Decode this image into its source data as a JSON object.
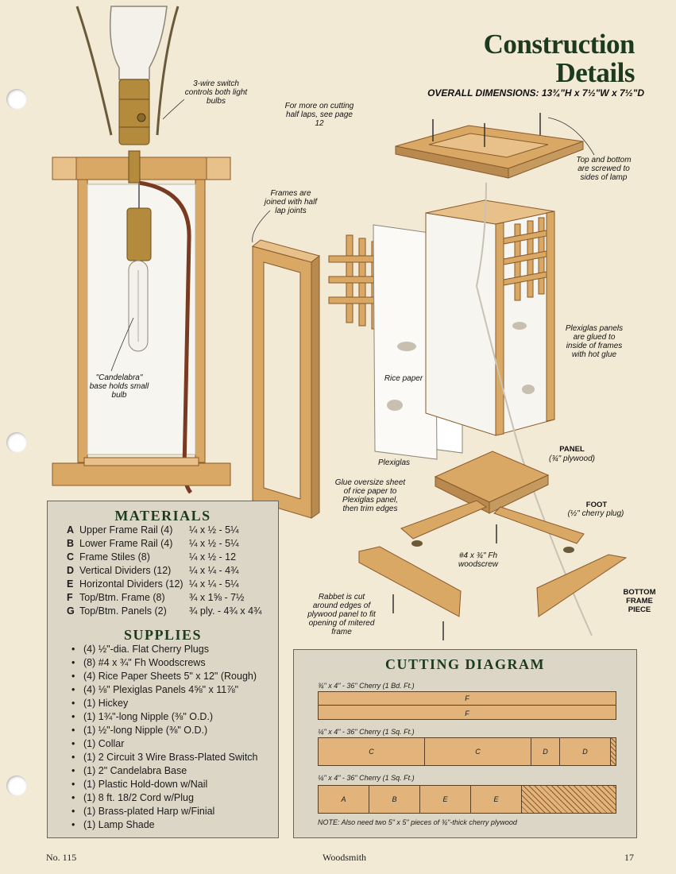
{
  "header": {
    "title_line1": "Construction",
    "title_line2": "Details",
    "dimensions": "OVERALL DIMENSIONS: 13¾\"H x 7½\"W x 7½\"D"
  },
  "callouts": {
    "switch": "3-wire switch controls both light bulbs",
    "half_laps": "For more on cutting half laps, see page 12",
    "screwed": "Top and bottom are screwed to sides of lamp",
    "frames_joined": "Frames are joined with half lap joints",
    "plexiglas_glued": "Plexiglas panels are glued to inside of frames with hot glue",
    "candelabra": "\"Candelabra\" base holds small bulb",
    "rice_paper": "Rice paper",
    "plexiglas": "Plexiglas",
    "glue_oversize": "Glue oversize sheet of rice paper to Plexiglas panel, then trim edges",
    "panel_title": "PANEL",
    "panel_sub": "(¾\" plywood)",
    "foot_title": "FOOT",
    "foot_sub": "(½\" cherry plug)",
    "woodscrew": "#4 x ¾\" Fh woodscrew",
    "rabbet": "Rabbet is cut around edges of plywood panel to fit opening of mitered frame",
    "bottom_frame": "BOTTOM FRAME PIECE"
  },
  "materials": {
    "heading": "MATERIALS",
    "rows": [
      {
        "letter": "A",
        "name": "Upper Frame Rail (4)",
        "size": "¼ x ½ - 5¼"
      },
      {
        "letter": "B",
        "name": "Lower Frame Rail (4)",
        "size": "¼ x ½ - 5¼"
      },
      {
        "letter": "C",
        "name": "Frame Stiles (8)",
        "size": "¼ x ½ - 12"
      },
      {
        "letter": "D",
        "name": "Vertical Dividers (12)",
        "size": "¼ x ¼ - 4¾"
      },
      {
        "letter": "E",
        "name": "Horizontal Dividers (12)",
        "size": "¼ x ¼ - 5¼"
      },
      {
        "letter": "F",
        "name": "Top/Btm. Frame (8)",
        "size": "¾ x 1⅝ - 7½"
      },
      {
        "letter": "G",
        "name": "Top/Btm. Panels (2)",
        "size": "¾ ply. - 4¾ x 4¾"
      }
    ]
  },
  "supplies": {
    "heading": "SUPPLIES",
    "items": [
      "(4) ½\"-dia. Flat Cherry Plugs",
      "(8) #4 x ¾\" Fh Woodscrews",
      "(4) Rice Paper Sheets 5\" x 12\" (Rough)",
      "(4) ⅛\" Plexiglas Panels 4⅝\" x 11⅞\"",
      "(1) Hickey",
      "(1) 1¾\"-long Nipple (⅜\" O.D.)",
      "(1) ½\"-long Nipple (⅜\" O.D.)",
      "(1) Collar",
      "(1) 2 Circuit 3 Wire Brass-Plated Switch",
      "(1) 2\" Candelabra Base",
      "(1) Plastic Hold-down w/Nail",
      "(1) 8 ft. 18/2 Cord w/Plug",
      "(1) Brass-plated Harp w/Finial",
      "(1) Lamp Shade"
    ]
  },
  "cutting": {
    "heading": "CUTTING DIAGRAM",
    "board1_label": "¾\" x 4\" - 36\" Cherry (1 Bd. Ft.)",
    "board1_parts": [
      "F",
      "F"
    ],
    "board2_label": "¼\" x 4\" - 36\" Cherry (1 Sq. Ft.)",
    "board2_parts": [
      "C",
      "C",
      "D",
      "D"
    ],
    "board3_label": "¼\" x 4\" - 36\" Cherry (1 Sq. Ft.)",
    "board3_parts": [
      "A",
      "B",
      "E",
      "E"
    ],
    "note": "NOTE: Also need two 5\" x 5\" pieces of ¾\"-thick cherry plywood"
  },
  "footer": {
    "issue": "No. 115",
    "magazine": "Woodsmith",
    "page": "17"
  },
  "colors": {
    "wood": "#d9a865",
    "wood_dark": "#8a5a2b",
    "title_green": "#1c3a1f",
    "panel_gray": "#dcd6c6"
  }
}
